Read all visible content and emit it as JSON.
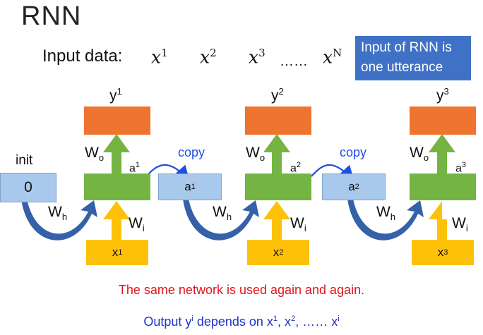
{
  "title": "RNN",
  "input_label": "Input data:",
  "inputs": [
    {
      "base": "x",
      "sup": "1"
    },
    {
      "base": "x",
      "sup": "2"
    },
    {
      "base": "x",
      "sup": "3"
    },
    {
      "base": "x",
      "sup": "N"
    }
  ],
  "ellipsis": "……",
  "note": {
    "line1": "Input of RNN is",
    "line2": "one utterance"
  },
  "init_label": "init",
  "init_value": "0",
  "copy_label": "copy",
  "weights": {
    "output": {
      "base": "W",
      "sub": "o"
    },
    "hidden": {
      "base": "W",
      "sub": "h"
    },
    "input": {
      "base": "W",
      "sub": "i"
    }
  },
  "steps": [
    {
      "y": {
        "base": "y",
        "sup": "1"
      },
      "a": {
        "base": "a",
        "sup": "1"
      },
      "x": {
        "base": "x",
        "sup": "1"
      }
    },
    {
      "y": {
        "base": "y",
        "sup": "2"
      },
      "a": {
        "base": "a",
        "sup": "2"
      },
      "x": {
        "base": "x",
        "sup": "2"
      }
    },
    {
      "y": {
        "base": "y",
        "sup": "3"
      },
      "a": {
        "base": "a",
        "sup": "3"
      },
      "x": {
        "base": "x",
        "sup": "3"
      }
    }
  ],
  "copies": [
    {
      "base": "a",
      "sup": "1"
    },
    {
      "base": "a",
      "sup": "2"
    }
  ],
  "statement": "The same network is used again and again.",
  "dependency": {
    "p1": "Output y",
    "p1_sup": "i",
    "p2": " depends on x",
    "p2_sup": "1",
    "p3": ", x",
    "p3_sup": "2",
    "p4": ", …… x",
    "p4_sup": "i"
  },
  "colors": {
    "output_box": "#ee7430",
    "hidden_box": "#74b442",
    "input_box": "#fec10a",
    "state_box": "#a8c8ec",
    "note_box": "#3f72c6",
    "hidden_arrow": "#3561a8",
    "copy_arrow": "#1f4fe0",
    "statement_text": "#e0141b",
    "dependency_text": "#1f32c8"
  }
}
